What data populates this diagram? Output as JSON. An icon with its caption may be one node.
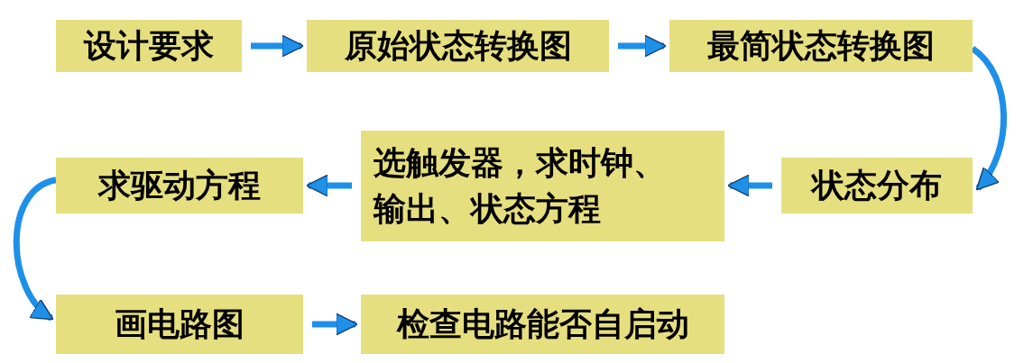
{
  "diagram": {
    "nodes": [
      {
        "text": [
          "设计要求"
        ]
      },
      {
        "text": [
          "原始状态转换图"
        ]
      },
      {
        "text": [
          "最简状态转换图"
        ]
      },
      {
        "text": [
          "状态分布"
        ]
      },
      {
        "text": [
          "选触发器，求时钟、输出、状态方程"
        ]
      },
      {
        "text": [
          "求驱动方程"
        ]
      },
      {
        "text": [
          "画电路图"
        ]
      },
      {
        "text": [
          "检查电路能否自启动"
        ]
      }
    ],
    "edges": [
      {
        "from": 0,
        "to": 1,
        "arrow": "to"
      },
      {
        "from": 1,
        "to": 2,
        "arrow": "to"
      },
      {
        "from": 2,
        "to": 3,
        "arrow": "to"
      },
      {
        "from": 3,
        "to": 4,
        "arrow": "to"
      },
      {
        "from": 4,
        "to": 5,
        "arrow": "to"
      },
      {
        "from": 5,
        "to": 6,
        "arrow": "to"
      },
      {
        "from": 6,
        "to": 7,
        "arrow": "to"
      }
    ]
  }
}
